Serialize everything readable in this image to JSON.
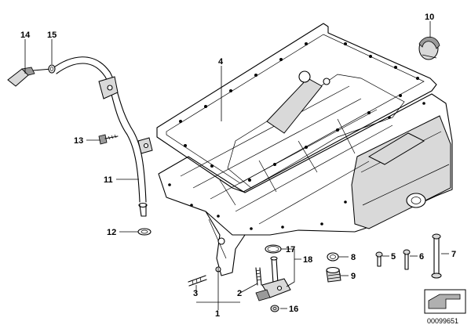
{
  "diagram": {
    "callouts": {
      "c1": "1",
      "c2": "2",
      "c3": "3",
      "c4": "4",
      "c5": "5",
      "c6": "6",
      "c7": "7",
      "c8": "8",
      "c9": "9",
      "c10": "10",
      "c11": "11",
      "c12": "12",
      "c13": "13",
      "c14": "14",
      "c15": "15",
      "c16": "16",
      "c17": "17",
      "c18": "18"
    },
    "ref_number": "00099651"
  }
}
